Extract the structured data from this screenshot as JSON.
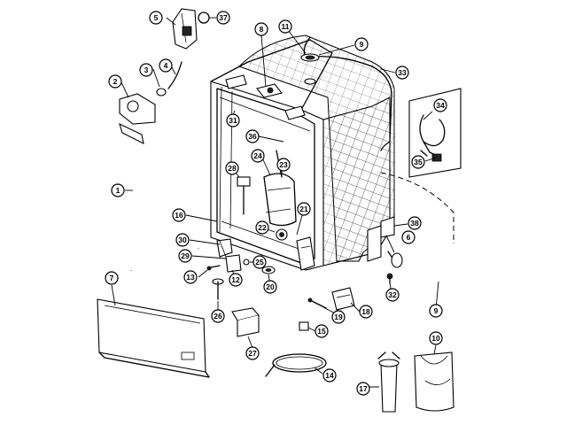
{
  "labels": [
    {
      "id": "1",
      "text": "1"
    },
    {
      "id": "2",
      "text": "2"
    },
    {
      "id": "3",
      "text": "3"
    },
    {
      "id": "4",
      "text": "4"
    },
    {
      "id": "5",
      "text": "5"
    },
    {
      "id": "6",
      "text": "6"
    },
    {
      "id": "7",
      "text": "7"
    },
    {
      "id": "8",
      "text": "8"
    },
    {
      "id": "9a",
      "text": "9"
    },
    {
      "id": "9b",
      "text": "9"
    },
    {
      "id": "10",
      "text": "10"
    },
    {
      "id": "11",
      "text": "11"
    },
    {
      "id": "12",
      "text": "12"
    },
    {
      "id": "13",
      "text": "13"
    },
    {
      "id": "14",
      "text": "14"
    },
    {
      "id": "15",
      "text": "15"
    },
    {
      "id": "16",
      "text": "16"
    },
    {
      "id": "17",
      "text": "17"
    },
    {
      "id": "18",
      "text": "18"
    },
    {
      "id": "19",
      "text": "19"
    },
    {
      "id": "20",
      "text": "20"
    },
    {
      "id": "21",
      "text": "21"
    },
    {
      "id": "22",
      "text": "22"
    },
    {
      "id": "23",
      "text": "23"
    },
    {
      "id": "24",
      "text": "24"
    },
    {
      "id": "25",
      "text": "25"
    },
    {
      "id": "26",
      "text": "26"
    },
    {
      "id": "27",
      "text": "27"
    },
    {
      "id": "28",
      "text": "28"
    },
    {
      "id": "29",
      "text": "29"
    },
    {
      "id": "30",
      "text": "30"
    },
    {
      "id": "31",
      "text": "31"
    },
    {
      "id": "32",
      "text": "32"
    },
    {
      "id": "33",
      "text": "33"
    },
    {
      "id": "34",
      "text": "34"
    },
    {
      "id": "35",
      "text": "35"
    },
    {
      "id": "36",
      "text": "36"
    },
    {
      "id": "37",
      "text": "37"
    },
    {
      "id": "38",
      "text": "38"
    }
  ]
}
